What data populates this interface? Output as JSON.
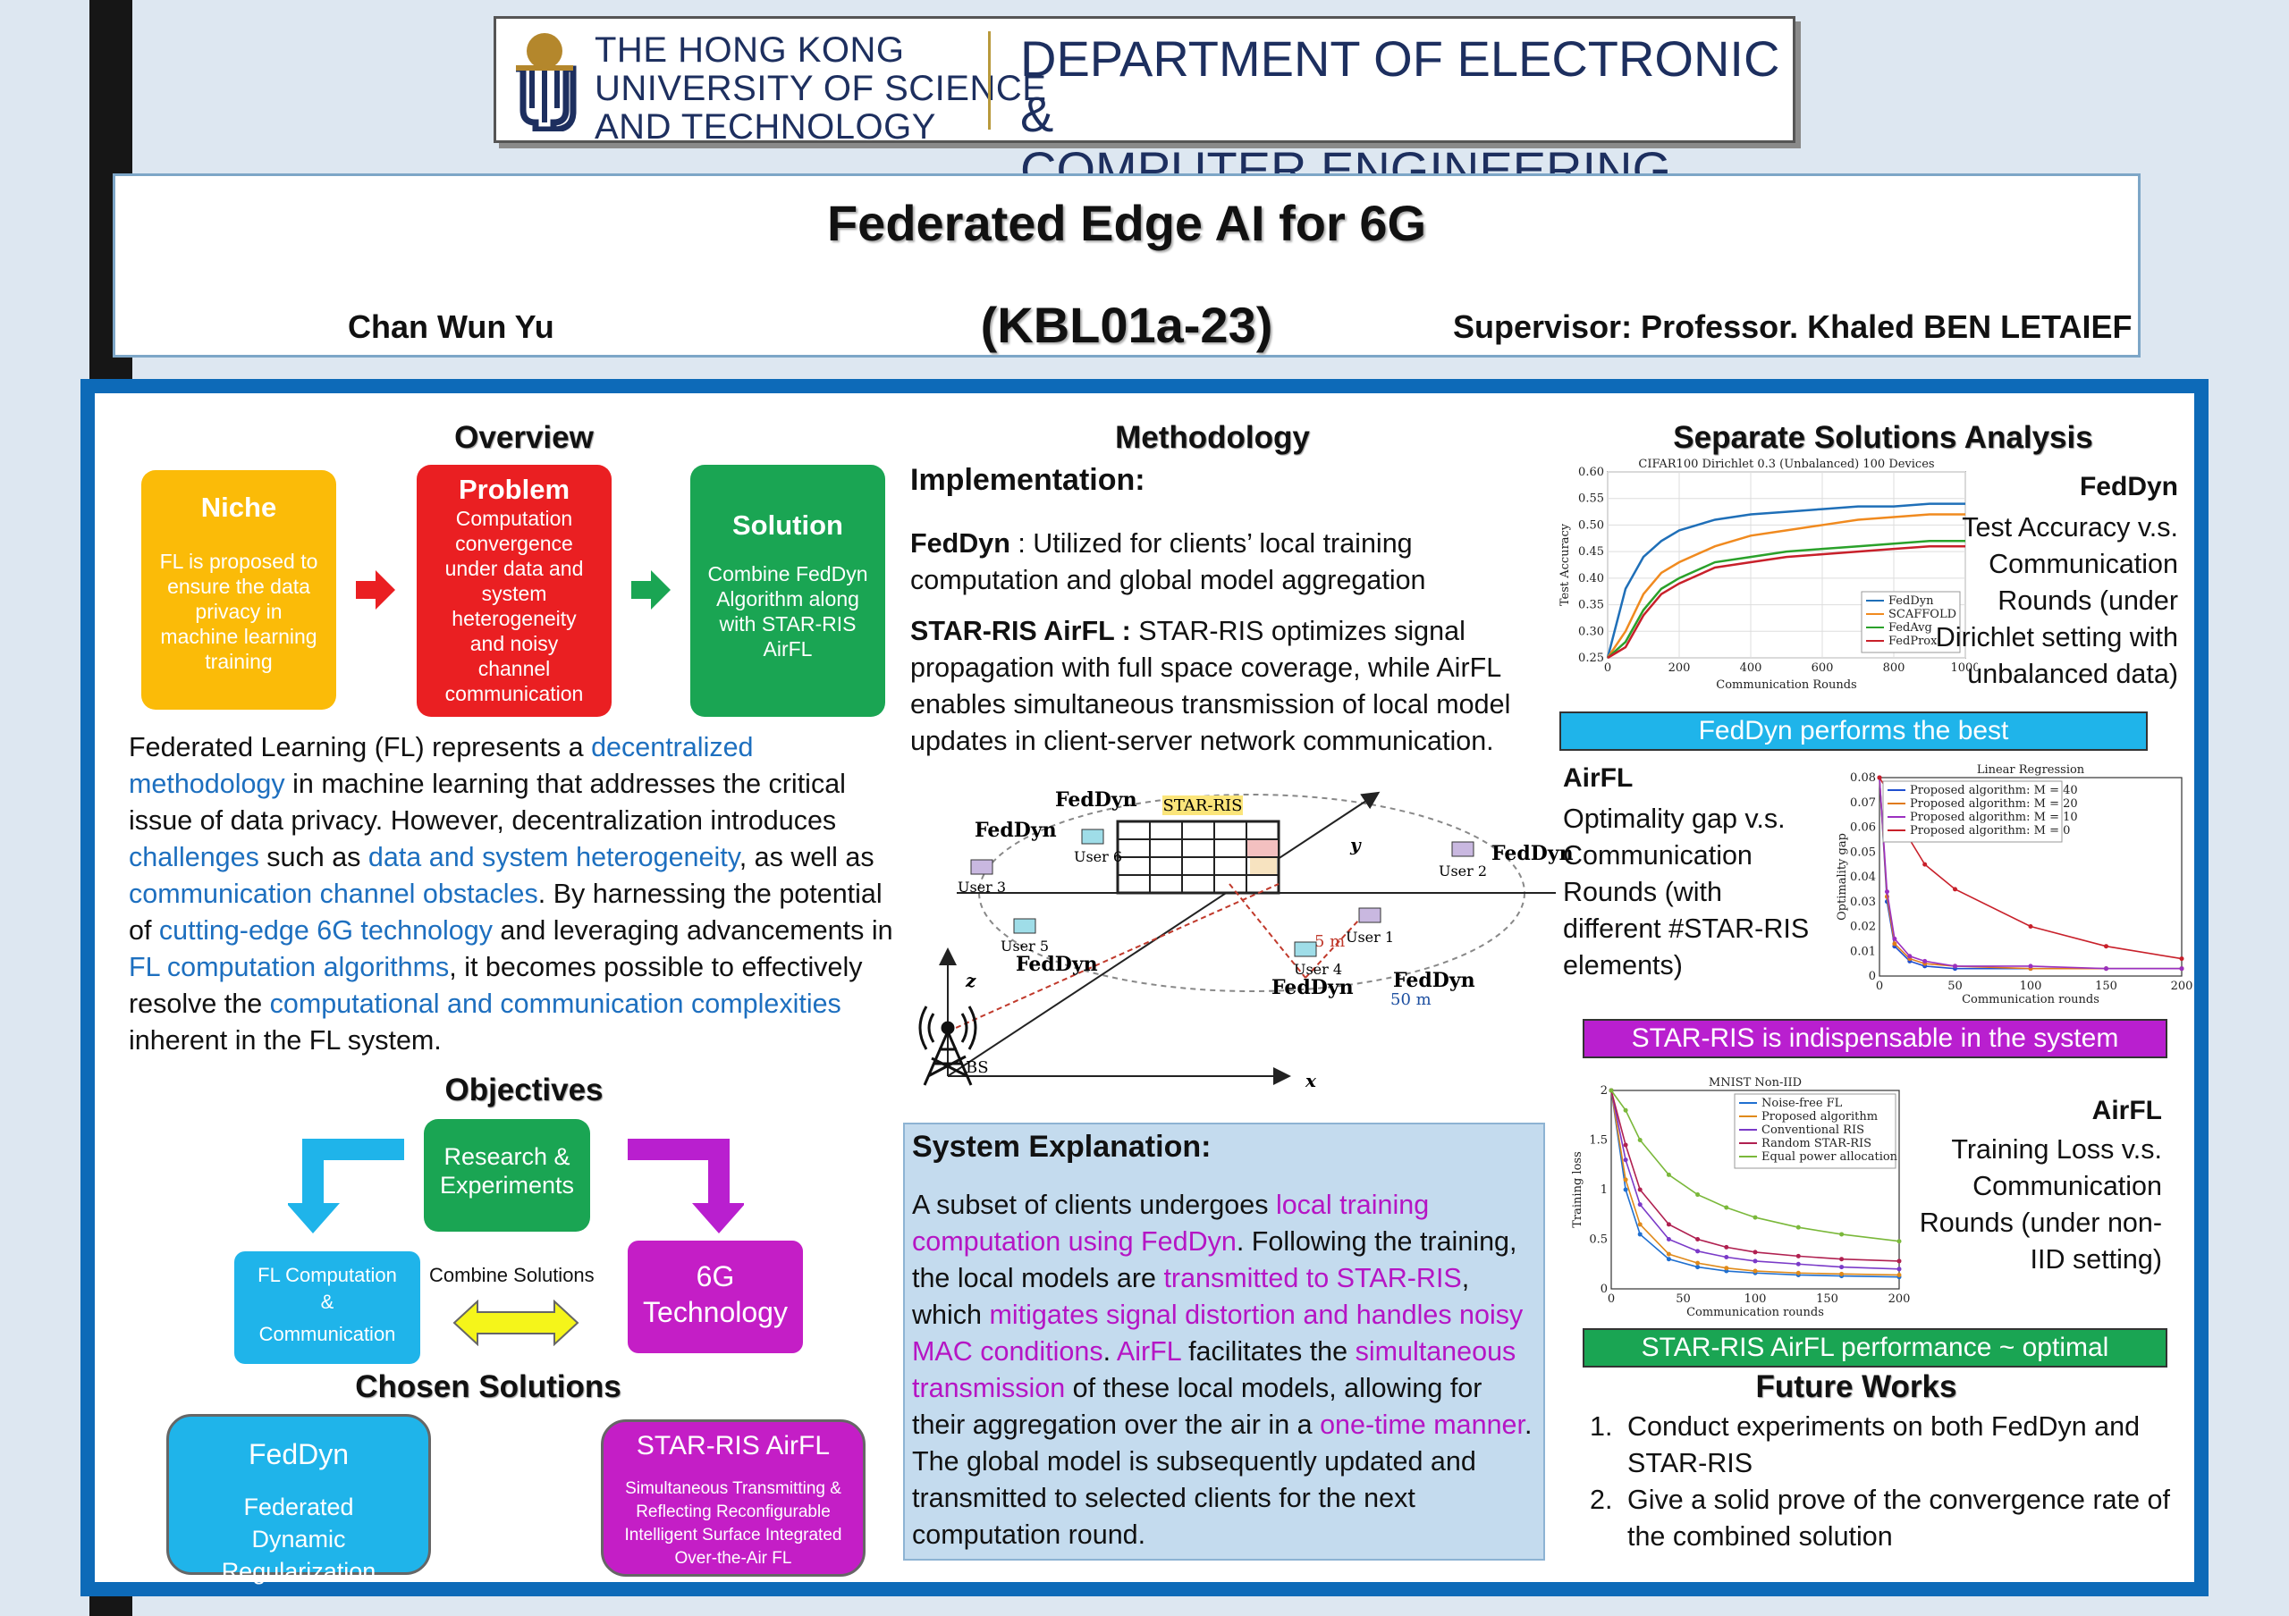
{
  "header": {
    "university": [
      "THE HONG KONG",
      "UNIVERSITY OF SCIENCE",
      "AND TECHNOLOGY"
    ],
    "department": [
      "DEPARTMENT OF ELECTRONIC &",
      "COMPUTER ENGINEERING"
    ],
    "title": "Federated Edge AI for 6G",
    "code": "(KBL01a-23)",
    "author": "Chan Wun Yu",
    "supervisor": "Supervisor: Professor. Khaled BEN LETAIEF"
  },
  "overview": {
    "heading": "Overview",
    "niche": {
      "title": "Niche",
      "desc": "FL is proposed to ensure the data privacy in machine learning training"
    },
    "problem": {
      "title": "Problem",
      "desc": "Computation convergence under data and system heterogeneity and noisy channel communication"
    },
    "solution": {
      "title": "Solution",
      "desc": "Combine FedDyn Algorithm along with STAR-RIS AirFL"
    },
    "para": [
      {
        "t": "Federated Learning (FL) represents a ",
        "c": ""
      },
      {
        "t": "decentralized methodology",
        "c": "blue"
      },
      {
        "t": " in machine learning that addresses the critical issue of data privacy. However, decentralization introduces ",
        "c": ""
      },
      {
        "t": "challenges",
        "c": "blue"
      },
      {
        "t": " such as ",
        "c": ""
      },
      {
        "t": "data and system heterogeneity",
        "c": "blue"
      },
      {
        "t": ", as well as ",
        "c": ""
      },
      {
        "t": "communication channel obstacles",
        "c": "blue"
      },
      {
        "t": ". By harnessing the potential of ",
        "c": ""
      },
      {
        "t": "cutting-edge 6G technology",
        "c": "blue"
      },
      {
        "t": " and leveraging advancements in ",
        "c": ""
      },
      {
        "t": "FL computation algorithms",
        "c": "blue"
      },
      {
        "t": ", it becomes possible to effectively resolve the ",
        "c": ""
      },
      {
        "t": "computational and communication complexities",
        "c": "blue"
      },
      {
        "t": " inherent in the FL system.",
        "c": ""
      }
    ]
  },
  "objectives": {
    "heading": "Objectives",
    "research": "Research & Experiments",
    "fl": [
      "FL Computation",
      "&",
      "Communication"
    ],
    "combine": "Combine Solutions",
    "tech": [
      "6G",
      "Technology"
    ]
  },
  "chosen": {
    "heading": "Chosen Solutions",
    "feddyn": {
      "title": "FedDyn",
      "desc": "Federated Dynamic Regularization"
    },
    "star": {
      "title": "STAR-RIS AirFL",
      "desc": "Simultaneous Transmitting & Reflecting Reconfigurable Intelligent Surface Integrated Over-the-Air FL"
    }
  },
  "methodology": {
    "heading": "Methodology",
    "impl": "Implementation:",
    "feddyn_label": "FedDyn",
    "feddyn_text": " : Utilized for clients’ local training computation and global model aggregation",
    "star_label": "STAR-RIS AirFL :",
    "star_text": " STAR-RIS optimizes signal propagation with full space coverage, while AirFL enables simultaneous transmission of local model updates in client-server network communication.",
    "diagram": {
      "star_ris": "STAR-RIS",
      "bs": "BS",
      "x": "x",
      "y": "y",
      "z": "z",
      "d5": "5 m",
      "d50": "50 m",
      "users": [
        "User 1",
        "User 2",
        "User 3",
        "User 4",
        "User 5",
        "User 6"
      ],
      "feddyn": "FedDyn"
    },
    "sys_heading": "System Explanation:",
    "sys": [
      {
        "t": "A subset of clients undergoes ",
        "c": ""
      },
      {
        "t": "local training computation using FedDyn",
        "c": "mag"
      },
      {
        "t": ". Following the training, the local models are ",
        "c": ""
      },
      {
        "t": "transmitted to STAR-RIS",
        "c": "mag"
      },
      {
        "t": ", which ",
        "c": ""
      },
      {
        "t": "mitigates signal distortion and handles noisy MAC conditions",
        "c": "mag"
      },
      {
        "t": ". ",
        "c": ""
      },
      {
        "t": "AirFL",
        "c": "mag"
      },
      {
        "t": " facilitates the ",
        "c": ""
      },
      {
        "t": "simultaneous transmission",
        "c": "mag"
      },
      {
        "t": " of these local models, allowing for their aggregation over the air in a ",
        "c": ""
      },
      {
        "t": "one-time manner",
        "c": "mag"
      },
      {
        "t": ". The global model is subsequently updated and transmitted to selected clients for the next computation round.",
        "c": ""
      }
    ]
  },
  "analysis": {
    "heading": "Separate Solutions Analysis",
    "feddyn_label": "FedDyn",
    "feddyn_desc": "Test Accuracy v.s. Communication Rounds (under Dirichlet setting with unbalanced data)",
    "banner1": "FedDyn performs the best",
    "airfl_label": "AirFL",
    "airfl_desc": "Optimality gap v.s. Communication Rounds (with different #STAR-RIS elements)",
    "banner2": "STAR-RIS is indispensable in the system",
    "airfl2_label": "AirFL",
    "airfl2_desc": "Training Loss v.s. Communication Rounds (under non-IID setting)",
    "banner3": "STAR-RIS AirFL performance ~ optimal",
    "future_heading": "Future Works",
    "future": [
      "Conduct experiments on both FedDyn and STAR-RIS",
      "Give a solid prove of the convergence rate of the combined solution"
    ],
    "colors": {
      "cyan": "#1fb4ea",
      "magenta": "#b91fcf",
      "green": "#1aa553"
    }
  },
  "chart_data": [
    {
      "type": "line",
      "title": "CIFAR100 Dirichlet 0.3 (Unbalanced) 100 Devices",
      "xlabel": "Communication Rounds",
      "ylabel": "Test Accuracy",
      "xlim": [
        0,
        1000
      ],
      "ylim": [
        0.25,
        0.6
      ],
      "xticks": [
        "0",
        "200",
        "400",
        "600",
        "800",
        "1000"
      ],
      "yticks": [
        "0.25",
        "0.30",
        "0.35",
        "0.40",
        "0.45",
        "0.50",
        "0.55",
        "0.60"
      ],
      "x": [
        0,
        50,
        100,
        150,
        200,
        300,
        400,
        500,
        600,
        700,
        800,
        900,
        1000
      ],
      "series": [
        {
          "name": "FedDyn",
          "color": "#1f6fb8",
          "values": [
            0.25,
            0.38,
            0.44,
            0.47,
            0.49,
            0.51,
            0.52,
            0.525,
            0.53,
            0.535,
            0.535,
            0.54,
            0.54
          ]
        },
        {
          "name": "SCAFFOLD",
          "color": "#f08a1f",
          "values": [
            0.25,
            0.3,
            0.37,
            0.41,
            0.43,
            0.46,
            0.48,
            0.49,
            0.5,
            0.51,
            0.515,
            0.52,
            0.52
          ]
        },
        {
          "name": "FedAvg",
          "color": "#2aa12a",
          "values": [
            0.25,
            0.28,
            0.34,
            0.38,
            0.4,
            0.43,
            0.44,
            0.45,
            0.455,
            0.46,
            0.465,
            0.47,
            0.47
          ]
        },
        {
          "name": "FedProx",
          "color": "#c8202a",
          "values": [
            0.25,
            0.27,
            0.33,
            0.37,
            0.39,
            0.42,
            0.43,
            0.44,
            0.445,
            0.45,
            0.455,
            0.46,
            0.46
          ]
        }
      ],
      "legend": "bottom-right",
      "grid": true
    },
    {
      "type": "line",
      "title": "Linear Regression",
      "xlabel": "Communication rounds",
      "ylabel": "Optimality gap",
      "xlim": [
        0,
        200
      ],
      "ylim": [
        0,
        0.08
      ],
      "xticks": [
        "0",
        "50",
        "100",
        "150",
        "200"
      ],
      "yticks": [
        "0",
        "0.01",
        "0.02",
        "0.03",
        "0.04",
        "0.05",
        "0.06",
        "0.07",
        "0.08"
      ],
      "x": [
        0,
        5,
        10,
        20,
        30,
        50,
        100,
        150,
        200
      ],
      "series": [
        {
          "name": "Proposed algorithm: M = 40",
          "color": "#1f4fd0",
          "values": [
            0.08,
            0.03,
            0.012,
            0.006,
            0.004,
            0.003,
            0.003,
            0.003,
            0.003
          ]
        },
        {
          "name": "Proposed algorithm: M = 20",
          "color": "#e07a1a",
          "values": [
            0.08,
            0.032,
            0.013,
            0.007,
            0.005,
            0.004,
            0.003,
            0.003,
            0.003
          ]
        },
        {
          "name": "Proposed algorithm: M = 10",
          "color": "#9b30c0",
          "values": [
            0.08,
            0.034,
            0.015,
            0.008,
            0.006,
            0.004,
            0.004,
            0.003,
            0.003
          ]
        },
        {
          "name": "Proposed algorithm: M = 0",
          "color": "#c8202a",
          "values": [
            0.08,
            0.075,
            0.065,
            0.055,
            0.045,
            0.035,
            0.02,
            0.012,
            0.007
          ]
        }
      ],
      "legend": "top-left"
    },
    {
      "type": "line",
      "title": "MNIST Non-IID",
      "xlabel": "Communication rounds",
      "ylabel": "Training loss",
      "xlim": [
        0,
        200
      ],
      "ylim": [
        0,
        2
      ],
      "xticks": [
        "0",
        "50",
        "100",
        "150",
        "200"
      ],
      "yticks": [
        "0",
        "0.5",
        "1",
        "1.5",
        "2"
      ],
      "x": [
        0,
        10,
        20,
        40,
        60,
        80,
        100,
        130,
        160,
        200
      ],
      "series": [
        {
          "name": "Noise-free FL",
          "color": "#1f6fd0",
          "values": [
            2,
            1.0,
            0.55,
            0.3,
            0.22,
            0.18,
            0.16,
            0.14,
            0.13,
            0.12
          ]
        },
        {
          "name": "Proposed algorithm",
          "color": "#e08a1a",
          "values": [
            2,
            1.1,
            0.65,
            0.35,
            0.26,
            0.21,
            0.18,
            0.16,
            0.15,
            0.14
          ]
        },
        {
          "name": "Conventional RIS",
          "color": "#7a3ac8",
          "values": [
            2,
            1.3,
            0.85,
            0.5,
            0.38,
            0.32,
            0.28,
            0.25,
            0.22,
            0.2
          ]
        },
        {
          "name": "Random STAR-RIS",
          "color": "#b02050",
          "values": [
            2,
            1.45,
            1.0,
            0.65,
            0.5,
            0.42,
            0.37,
            0.33,
            0.3,
            0.28
          ]
        },
        {
          "name": "Equal power allocation",
          "color": "#7ab83a",
          "values": [
            2,
            1.8,
            1.5,
            1.15,
            0.95,
            0.82,
            0.72,
            0.62,
            0.55,
            0.48
          ]
        }
      ],
      "legend": "top-right"
    }
  ]
}
